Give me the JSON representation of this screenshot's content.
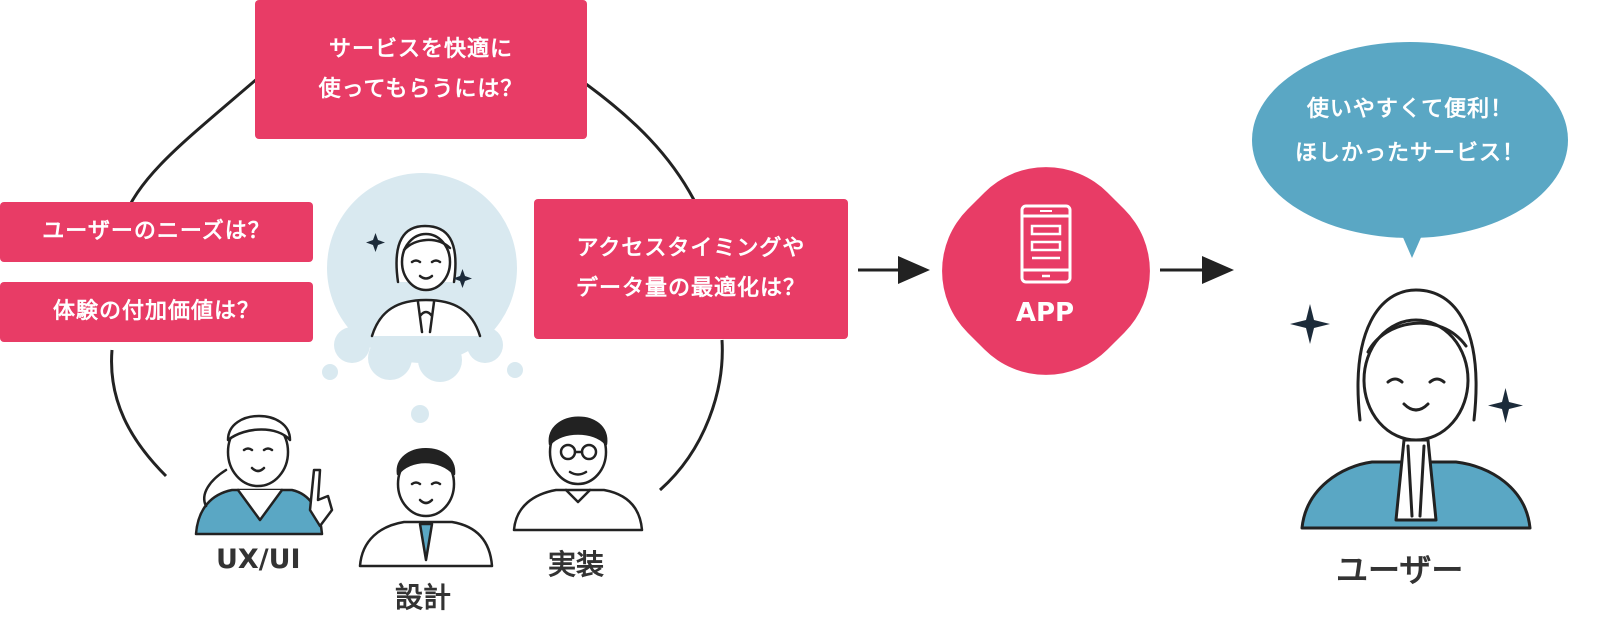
{
  "questions": {
    "top": [
      "サービスを快適に",
      "使ってもらうには？"
    ],
    "needs": "ユーザーのニーズは？",
    "value": "体験の付加価値は？",
    "timing": [
      "アクセスタイミングや",
      "データ量の最適化は？"
    ]
  },
  "team": {
    "uxui": "UX/UI",
    "design": "設計",
    "implementation": "実装"
  },
  "app": {
    "label": "APP"
  },
  "user": {
    "speech": [
      "使いやすくて便利！",
      "ほしかったサービス！"
    ],
    "label": "ユーザー"
  },
  "colors": {
    "accent": "#e83c66",
    "blue": "#5aa7c4",
    "light_blue": "#d9e9f0",
    "ink": "#222222"
  },
  "icons": [
    "sparkle-icon",
    "smartphone-icon",
    "arrow-right-icon"
  ]
}
